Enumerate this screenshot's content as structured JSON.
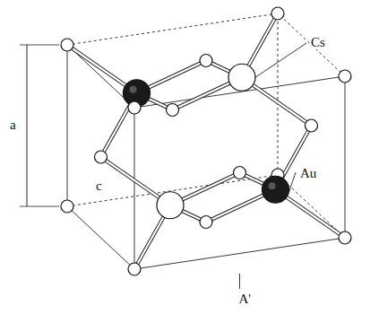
{
  "diagram": {
    "labels": [
      "a",
      "Cs",
      "Au",
      "c",
      "A'"
    ]
  }
}
